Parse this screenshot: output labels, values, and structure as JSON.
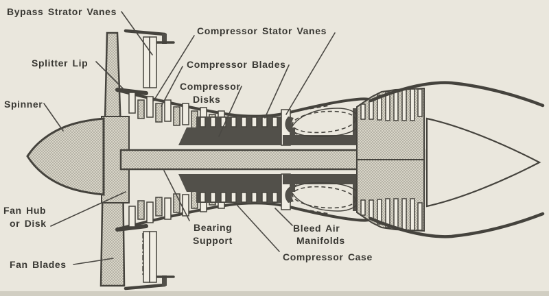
{
  "diagram": {
    "type": "turbofan-engine-compressor-cutaway",
    "labels": {
      "bypass_stator_vanes": "Bypass Strator Vanes",
      "splitter_lip": "Splitter Lip",
      "spinner": "Spinner",
      "fan_hub_line1": "Fan Hub",
      "fan_hub_line2": "or Disk",
      "fan_blades": "Fan Blades",
      "compressor_stator_vanes": "Compressor Stator Vanes",
      "compressor_blades": "Compressor Blades",
      "compressor_disks_line1": "Compressor",
      "compressor_disks_line2": "Disks",
      "bearing_support_line1": "Bearing",
      "bearing_support_line2": "Support",
      "bleed_air_line1": "Bleed Air",
      "bleed_air_line2": "Manifolds",
      "compressor_case": "Compressor Case"
    },
    "colors": {
      "background": "#eae7dd",
      "ink": "#45433d",
      "label_ink": "#393833",
      "dark_fill": "#52504a",
      "stipple_base": "#d8d5c8",
      "stipple_dot": "#8d8a7e",
      "page_edge": "#ccc9bd"
    }
  }
}
